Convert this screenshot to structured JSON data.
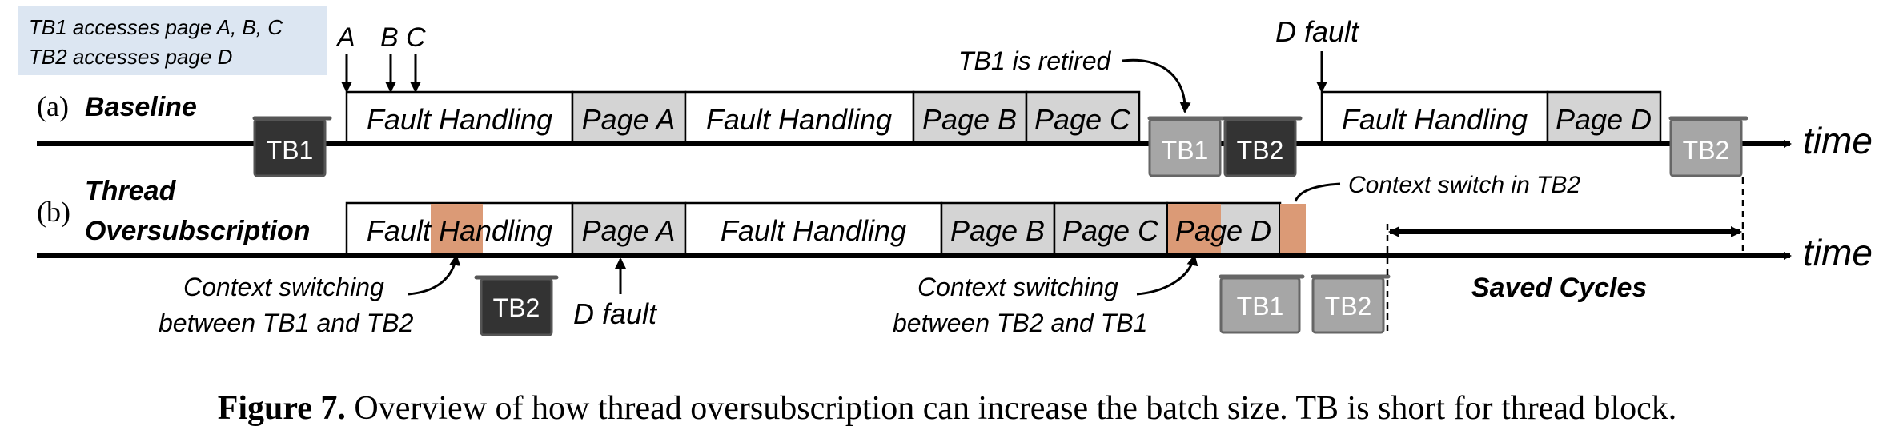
{
  "legend": {
    "line1": "TB1 accesses page A, B, C",
    "line2": "TB2 accesses page D"
  },
  "row_a": {
    "marker": "(a)",
    "title": "Baseline",
    "access_labels": [
      "A",
      "B",
      "C"
    ],
    "boxes": [
      "Fault Handling",
      "Page A",
      "Fault Handling",
      "Page B",
      "Page C",
      "Fault Handling",
      "Page D"
    ],
    "tb_labels": [
      "TB1",
      "TB1",
      "TB2",
      "TB2"
    ],
    "retired_note": "TB1 is retired",
    "d_fault": "D fault",
    "time": "time"
  },
  "row_b": {
    "marker": "(b)",
    "title_line1": "Thread",
    "title_line2": "Oversubscription",
    "boxes": [
      "Fault Handling",
      "Page A",
      "Fault Handling",
      "Page B",
      "Page C",
      "Page D"
    ],
    "tb_labels": [
      "TB2",
      "TB1",
      "TB2"
    ],
    "cs_note_left_line1": "Context switching",
    "cs_note_left_line2": "between TB1 and TB2",
    "d_fault": "D fault",
    "cs_note_right_line1": "Context switching",
    "cs_note_right_line2": "between TB2 and TB1",
    "cs_in_tb2": "Context switch in TB2",
    "saved": "Saved Cycles",
    "time": "time"
  },
  "caption": {
    "label": "Figure 7.",
    "text": "Overview of how thread oversubscription can increase the batch size. TB is short for thread block."
  },
  "colors": {
    "line": "#000000",
    "box_white": "#ffffff",
    "box_gray": "#d4d4d4",
    "highlight": "#db9a76",
    "tb_dark": "#333333",
    "tb_light": "#a6a6a6",
    "legend_bg": "#dce6f2"
  }
}
